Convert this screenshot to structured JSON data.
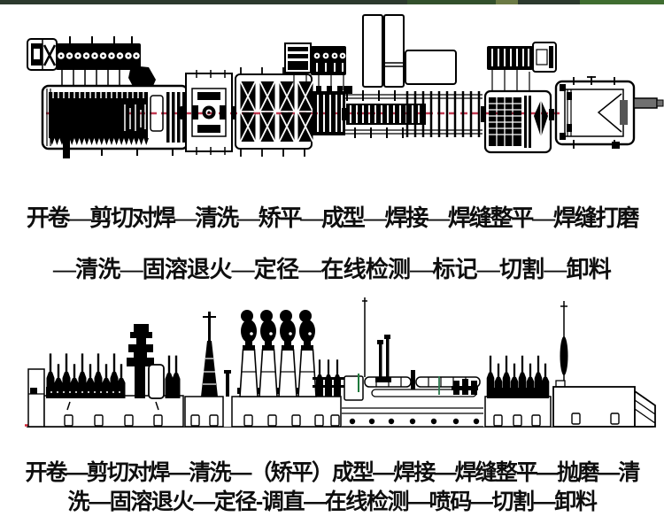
{
  "page": {
    "background": "#ffffff"
  },
  "top_strip": {
    "colors": [
      "#2c3a2e",
      "#33502c",
      "#416f30"
    ]
  },
  "diagram_top": {
    "name": "pipe-production-line-top-view",
    "centerline_color": "#c23a52"
  },
  "diagram_bottom": {
    "name": "pipe-production-line-side-view",
    "accent_green": "#1e7a3c",
    "accent_red": "#cc2233"
  },
  "process_flow_top": {
    "line1": "开卷—剪切对焊—清洗—矫平—成型—焊接—焊缝整平—焊缝打磨",
    "line2": "—清洗—固溶退火—定径—在线检测—标记—切割—卸料"
  },
  "process_flow_bottom": {
    "line1": "开卷—剪切对焊—清洗—（矫平）成型—焊接—焊缝整平—抛磨—清",
    "line2": "洗—固溶退火—定径-调直—在线检测—喷码—切割—卸料"
  }
}
